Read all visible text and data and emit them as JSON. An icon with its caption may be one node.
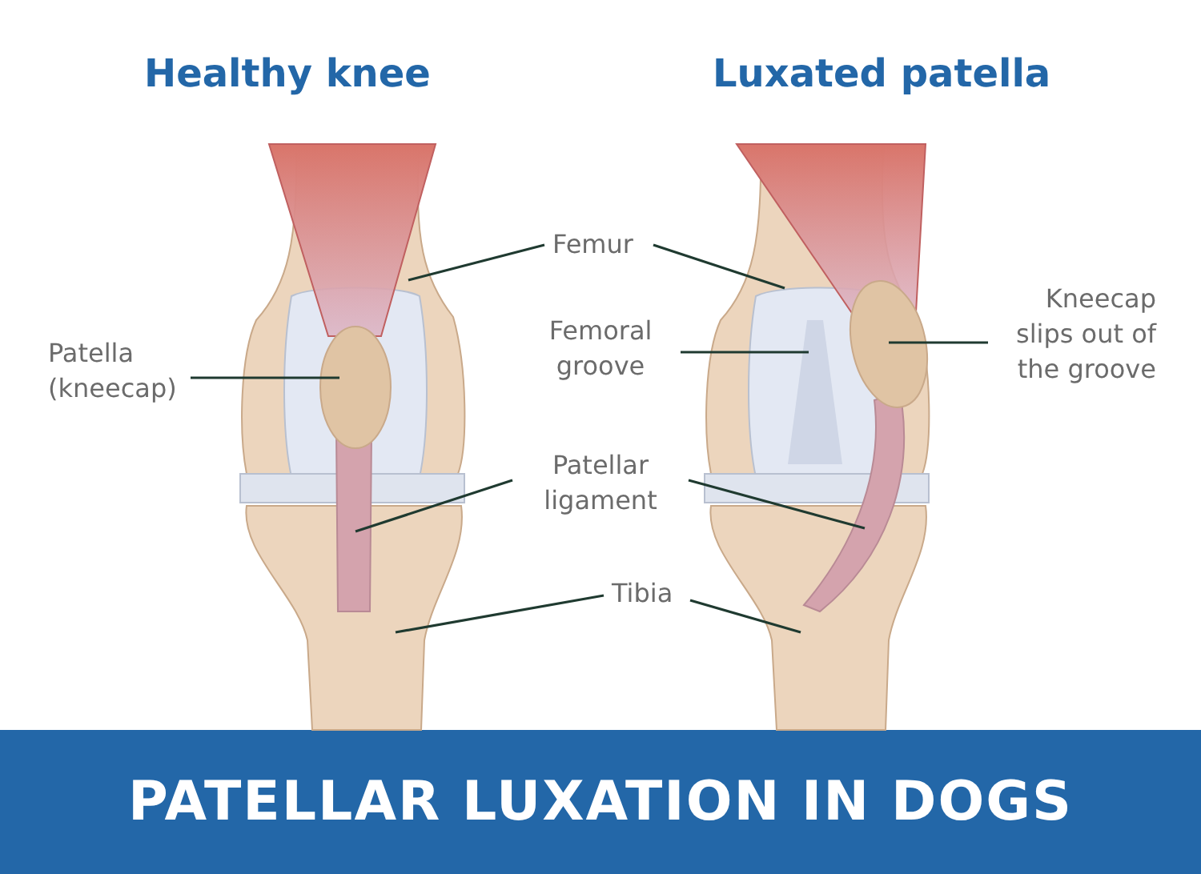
{
  "diagram": {
    "title": "PATELLAR LUXATION IN DOGS",
    "nodes": [
      {
        "text": [
          "Femur"
        ]
      },
      {
        "text": [
          "Patella (kneecap)"
        ]
      },
      {
        "text": [
          "Femoral groove"
        ]
      },
      {
        "text": [
          "Kneecap slips out of the groove"
        ]
      },
      {
        "text": [
          "Patellar ligament"
        ]
      },
      {
        "text": [
          "Tibia"
        ]
      }
    ],
    "edges": [
      {
        "from": 0,
        "to": null,
        "arrow": "none"
      },
      {
        "from": 0,
        "to": null,
        "arrow": "none"
      },
      {
        "from": 1,
        "to": null,
        "arrow": "none"
      },
      {
        "from": 2,
        "to": null,
        "arrow": "none"
      },
      {
        "from": 3,
        "to": null,
        "arrow": "none"
      },
      {
        "from": 4,
        "to": null,
        "arrow": "none"
      },
      {
        "from": 4,
        "to": null,
        "arrow": "none"
      },
      {
        "from": 5,
        "to": null,
        "arrow": "none"
      },
      {
        "from": 5,
        "to": null,
        "arrow": "none"
      }
    ],
    "labels": [
      "Healthy knee",
      "Luxated patella"
    ]
  }
}
